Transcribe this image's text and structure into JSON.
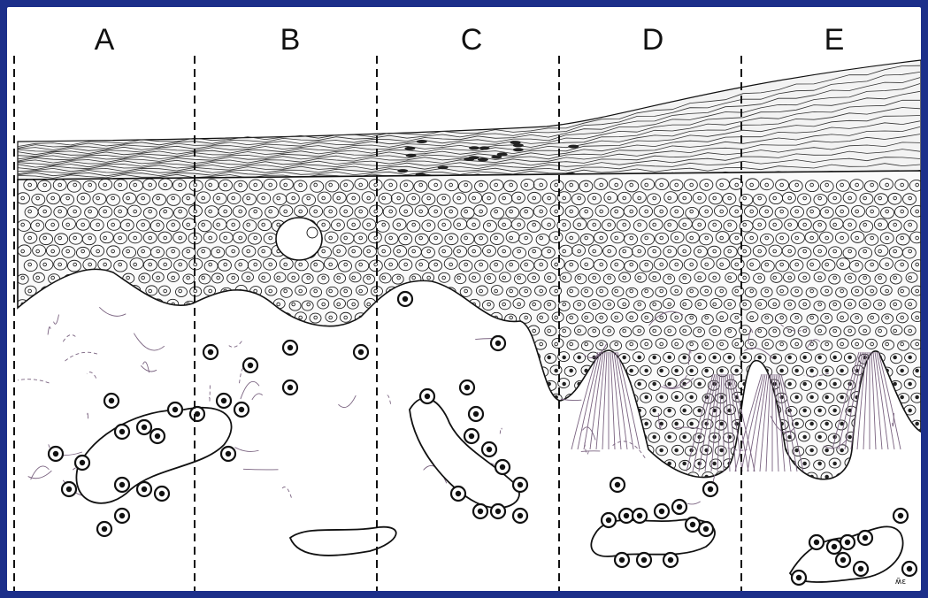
{
  "figure": {
    "panels": [
      {
        "label": "A"
      },
      {
        "label": "B"
      },
      {
        "label": "C"
      },
      {
        "label": "D"
      },
      {
        "label": "E"
      }
    ],
    "signature": "ʍ̃ɛ",
    "colors": {
      "background": "#1c2f8a",
      "plate": "#ffffff",
      "ink": "#111111",
      "stroma_fibers": "#8a6f8f",
      "cornified_layer": "#444444"
    }
  }
}
